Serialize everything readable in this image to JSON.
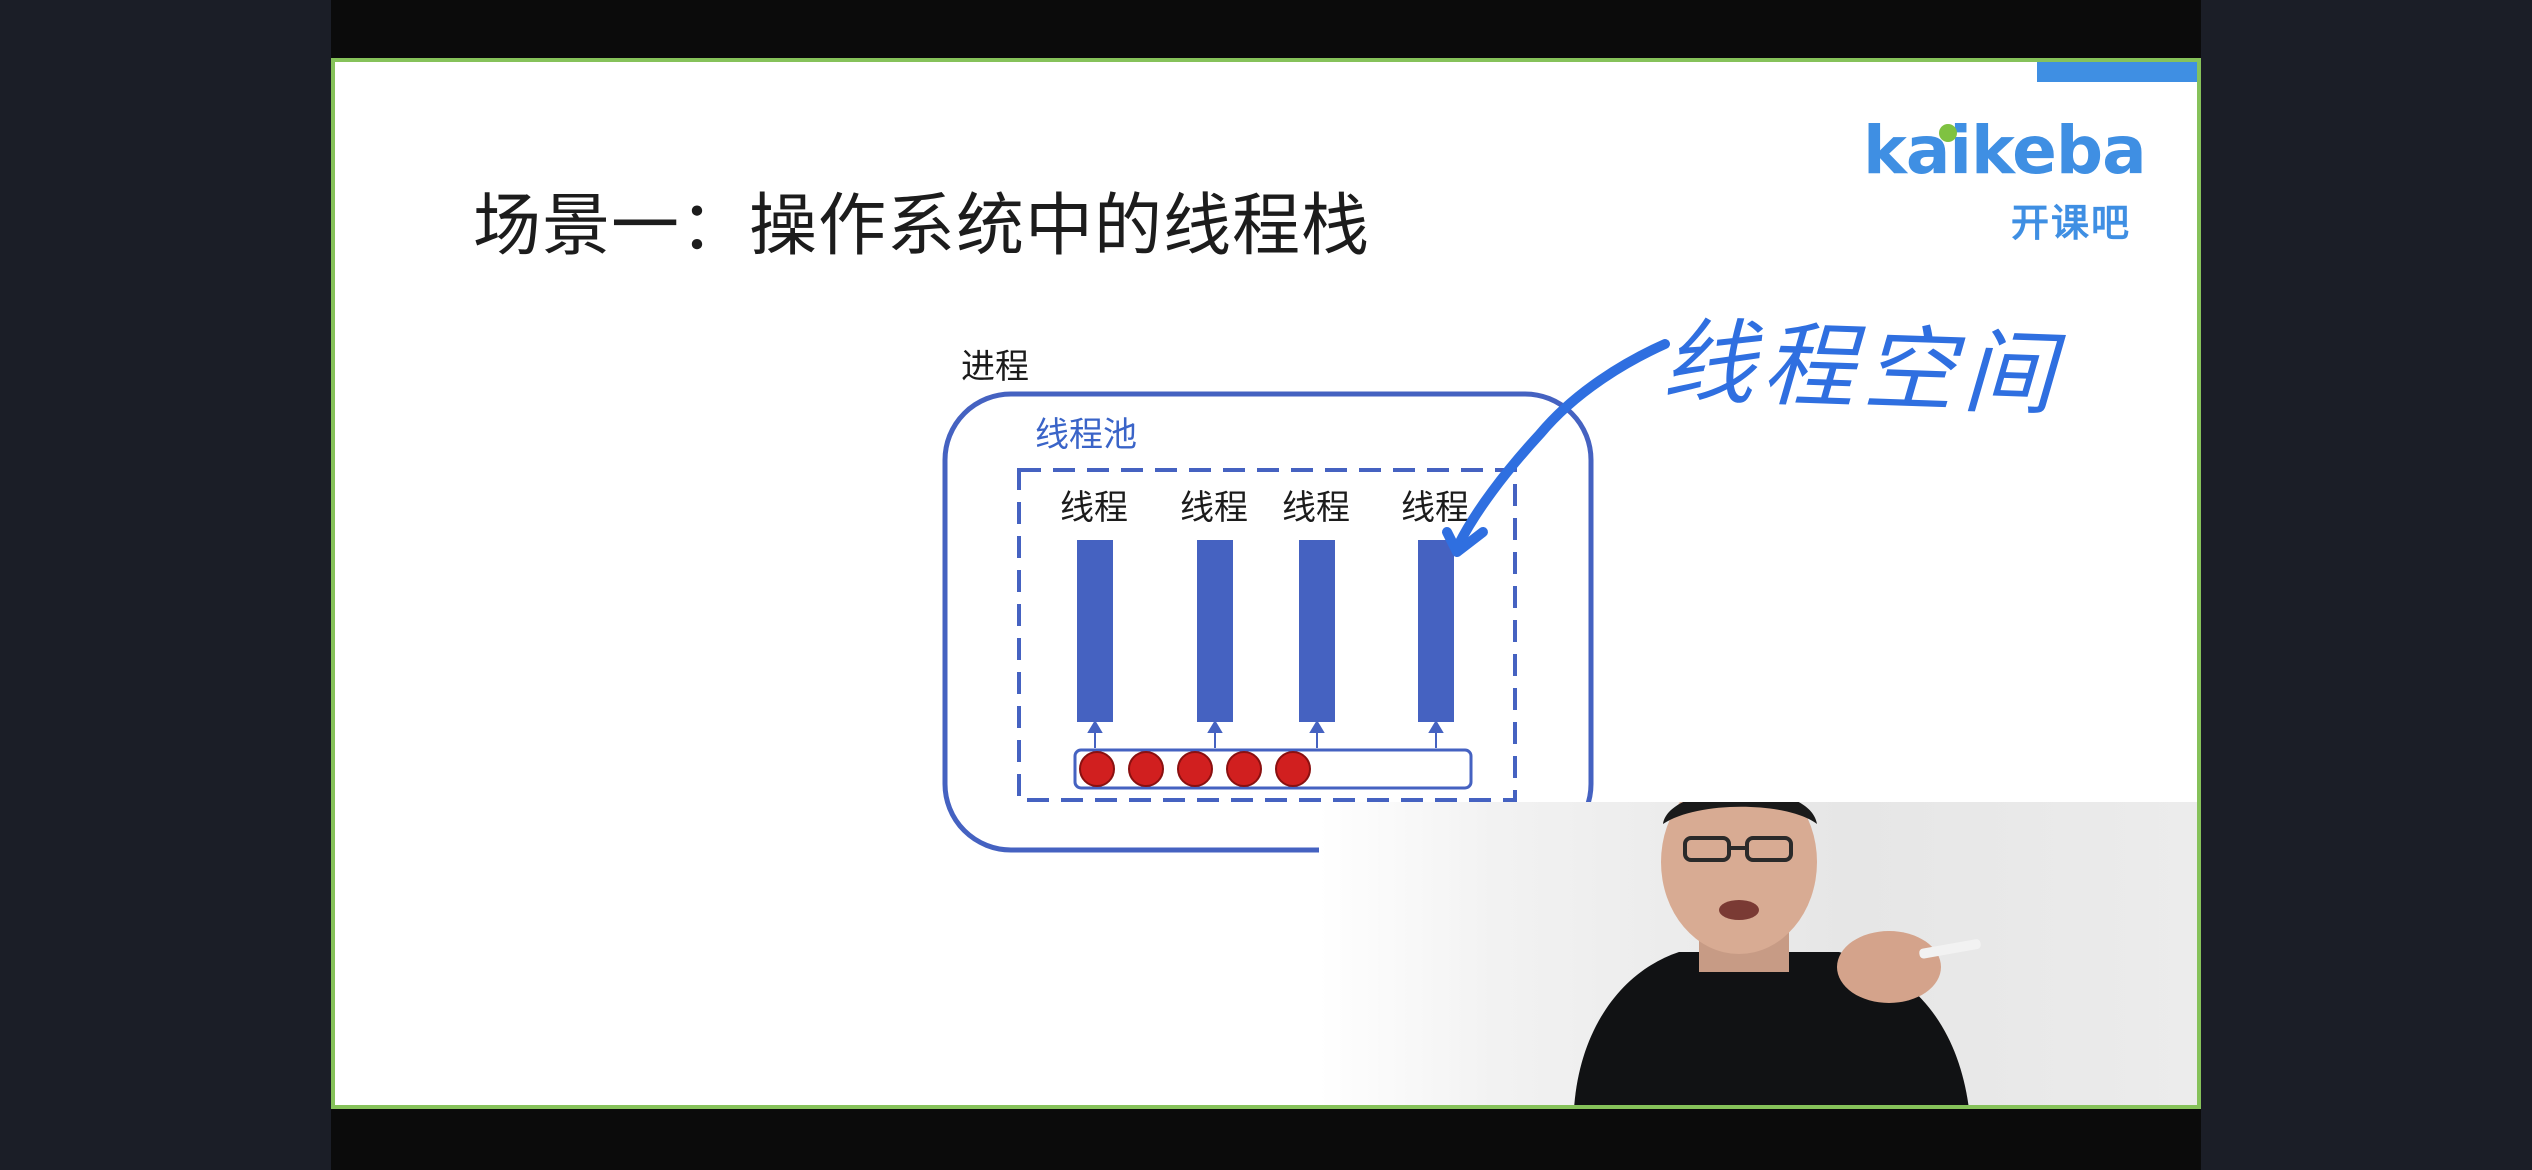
{
  "slide": {
    "title": "场景一：操作系统中的线程栈",
    "logo": {
      "word": "kaikeba",
      "chinese": "开课吧"
    },
    "diagram": {
      "process_label": "进程",
      "pool_label": "线程池",
      "threads": [
        "线程",
        "线程",
        "线程",
        "线程"
      ],
      "task_count": 5
    },
    "annotation": "线程空间"
  },
  "colors": {
    "slide_border": "#86c25a",
    "accent_blue": "#3f8fe3",
    "thread_bar": "#4562c1",
    "task_dot": "#d11f1f",
    "handwriting": "#2f6fe0"
  }
}
